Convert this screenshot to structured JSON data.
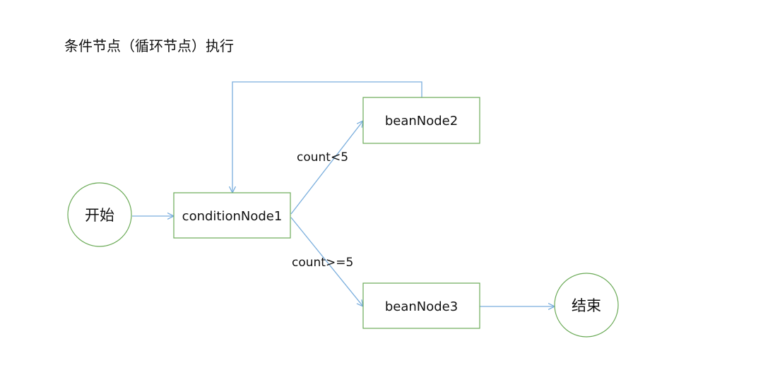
{
  "title": "条件节点（循环节点）执行",
  "colors": {
    "node_border": "#6aaa56",
    "edge": "#7aaedd",
    "text": "#111111"
  },
  "nodes": {
    "start": "开始",
    "condition": "conditionNode1",
    "bean2": "beanNode2",
    "bean3": "beanNode3",
    "end": "结束"
  },
  "edges": {
    "to_bean2_label": "count<5",
    "to_bean3_label": "count>=5"
  }
}
